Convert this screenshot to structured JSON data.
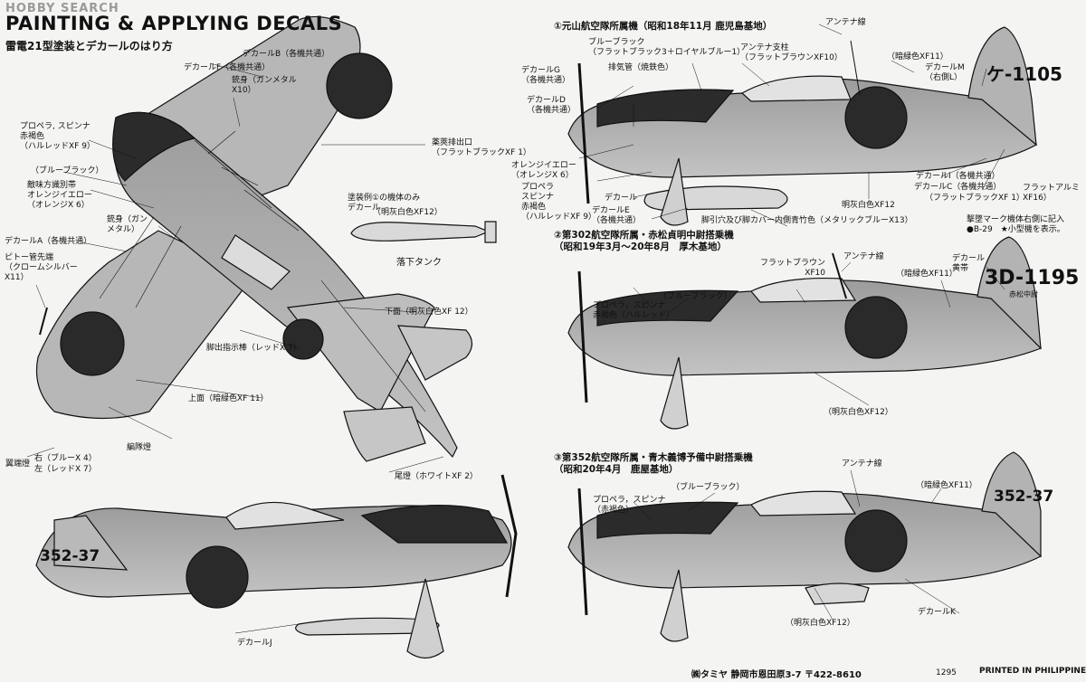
{
  "watermark": "HOBBY SEARCH",
  "title": "PAINTING & APPLYING DECALS",
  "subtitle": "雷電21型塗装とデカールのはり方",
  "left": {
    "decal_b": "デカールB（各機共通）",
    "decal_f": "デカールF（各機共通）",
    "gun_barrel_1": "銃身（ガンメタル\nX10）",
    "propeller": "プロペラ, スピンナ\n赤褐色\n（ハルレッドXF 9）",
    "blue_black": "（ブルーブラック）",
    "ident_band": "敵味方識別帯\nオレンジイエロー\n（オレンジX 6）",
    "gun_barrel_2": "銃身（ガン\nメタル）",
    "decal_a": "デカールA（各機共通）",
    "pitot": "ピトー管先端\n（クロームシルバー\nX11）",
    "ejection": "薬莢排出口\n（フラットブラックXF 1）",
    "drop_tank_note": "塗装例①の機体のみ\nデカール",
    "drop_tank_color": "（明灰白色XF12）",
    "drop_tank": "落下タンク",
    "underside": "下面（明灰白色XF 12）",
    "gear_indicator": "脚出指示棒（レッドX 7）",
    "upper": "上面（暗緑色XF 11）",
    "formation": "編隊燈",
    "wingtip": "翼端燈",
    "wingtip_right": "右（ブルーX 4）",
    "wingtip_left": "左（レッドX 7）",
    "tail_light": "尾燈（ホワイトXF 2）",
    "decal_j": "デカールJ",
    "reg_bottom": "352-37"
  },
  "prof1": {
    "heading": "①元山航空隊所属機（昭和18年11月 鹿児島基地）",
    "antenna_wire": "アンテナ線",
    "blue_black": "ブルーブラック\n（フラットブラック3＋ロイヤルブルー1）",
    "antenna_mast": "アンテナ支柱\n（フラットブラウンXF10）",
    "dark_green": "（暗緑色XF11）",
    "decal_m": "デカールM\n（右側L）",
    "exhaust": "排気管（焼鉄色）",
    "decal_g": "デカールG\n（各機共通）",
    "decal_d": "デカールD\n（各機共通）",
    "orange": "オレンジイエロー\n（オレンジX 6）",
    "propeller": "プロペラ\nスピンナ\n赤褐色\n（ハルレッドXF 9）",
    "decal": "デカール",
    "decal_e": "デカールE\n（各機共通）",
    "decal_i": "デカールI（各機共通）",
    "decal_c": "デカールC（各機共通）",
    "flat_black": "（フラットブラックXF 1）",
    "flat_alu": "フラットアルミ\nXF16）",
    "light_grey": "明灰白色XF12",
    "wheelwell": "脚引穴及び脚カバー内側青竹色（メタリックブルーX13）",
    "reg": "ケ-1105"
  },
  "prof2": {
    "heading": "②第302航空隊所属・赤松貞明中尉搭乗機\n（昭和19年3月～20年8月　厚木基地）",
    "kill_note": "撃墜マーク機体右側に記入\n●B-29　★小型機を表示。",
    "antenna_wire": "アンテナ線",
    "flat_brown": "フラットブラウン\nXF10",
    "decal_band": "デカール\n黄帯",
    "blue_black": "（ブルーブラック）",
    "dark_green": "（暗緑色XF11）",
    "propeller": "プロペラ，スピンナ\n赤褐色（ハルレッド）",
    "light_grey": "（明灰白色XF12）",
    "reg": "3D-1195",
    "pilot": "赤松中尉"
  },
  "prof3": {
    "heading": "③第352航空隊所属・青木義博予備中尉搭乗機\n（昭和20年4月　鹿屋基地）",
    "antenna_wire": "アンテナ線",
    "blue_black": "（ブルーブラック）",
    "dark_green": "（暗緑色XF11）",
    "propeller": "プロペラ，スピンナ\n（赤褐色）",
    "light_grey": "（明灰白色XF12）",
    "decal_k": "デカールK",
    "reg": "352-37"
  },
  "footer": {
    "company": "㈱タミヤ 静岡市恩田原3-7 〒422-8610",
    "printed": "PRINTED IN PHILIPPINES",
    "code": "1295"
  }
}
